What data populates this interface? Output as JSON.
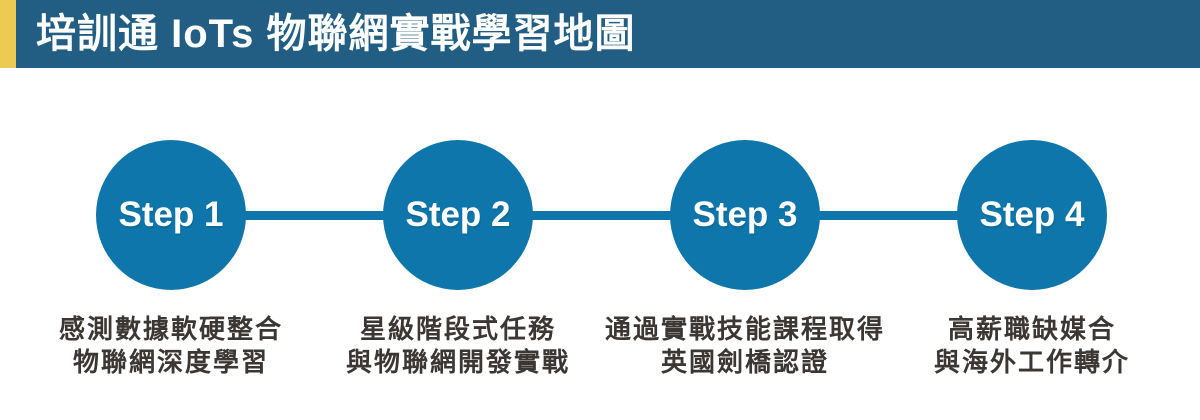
{
  "header": {
    "title": "培訓通 IoTs 物聯網實戰學習地圖"
  },
  "steps": [
    {
      "label": "Step 1",
      "caption_line1": "感測數據軟硬整合",
      "caption_line2": "物聯網深度學習"
    },
    {
      "label": "Step 2",
      "caption_line1": "星級階段式任務",
      "caption_line2": "與物聯網開發實戰"
    },
    {
      "label": "Step 3",
      "caption_line1": "通過實戰技能課程取得",
      "caption_line2": "英國劍橋認證"
    },
    {
      "label": "Step 4",
      "caption_line1": "高薪職缺媒合",
      "caption_line2": "與海外工作轉介"
    }
  ],
  "colors": {
    "header-bg": "#225e83",
    "accent": "#edca51",
    "node": "#0e76aa",
    "connector": "#0e76aa",
    "title-text": "#ffffff",
    "step-text": "#ffffff",
    "caption-text": "#3b3735",
    "background": "#ffffff"
  }
}
